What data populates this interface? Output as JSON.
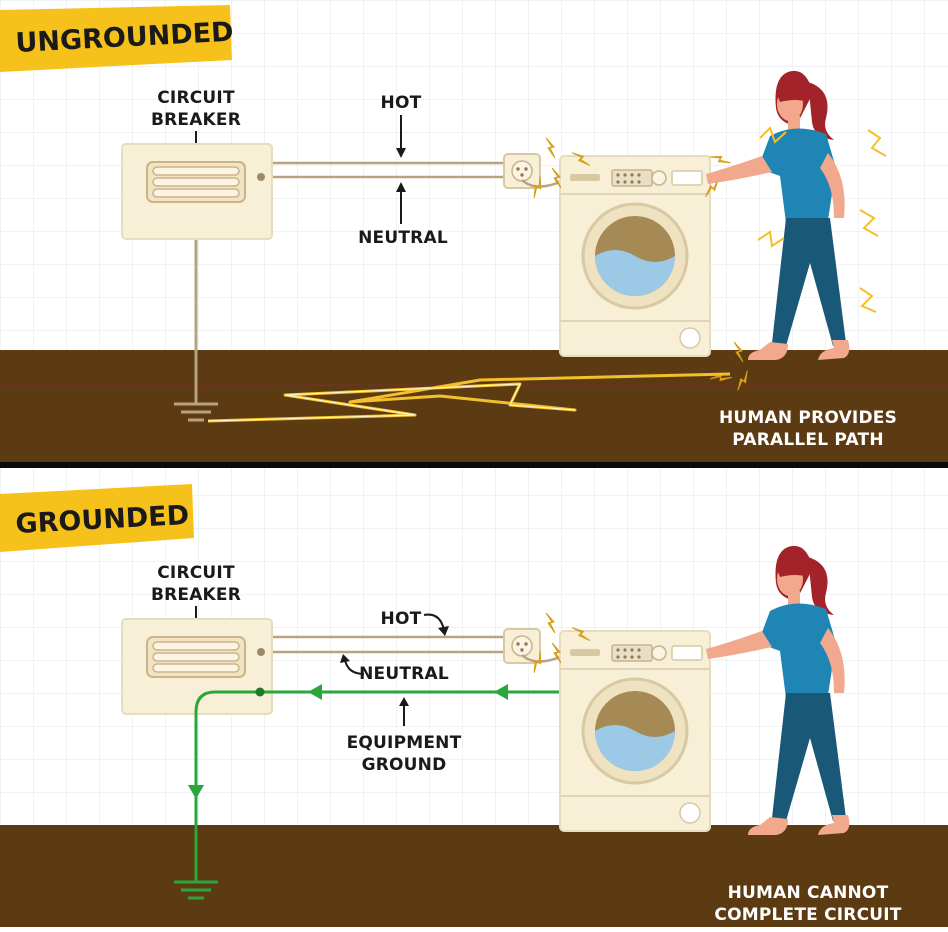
{
  "panels": {
    "ungrounded": {
      "title": "UNGROUNDED",
      "breaker_label": [
        "CIRCUIT",
        "BREAKER"
      ],
      "hot_label": "HOT",
      "neutral_label": "NEUTRAL",
      "human_caption": [
        "HUMAN PROVIDES",
        "PARALLEL PATH"
      ]
    },
    "grounded": {
      "title": "GROUNDED",
      "breaker_label": [
        "CIRCUIT",
        "BREAKER"
      ],
      "hot_label": "HOT",
      "neutral_label": "NEUTRAL",
      "ground_label": [
        "EQUIPMENT",
        "GROUND"
      ],
      "human_caption": [
        "HUMAN CANNOT",
        "COMPLETE CIRCUIT"
      ]
    }
  },
  "colors": {
    "banner": "#f7c11c",
    "floor": "#5c3b13",
    "ground_wire": "#2aa63a",
    "wire": "#b9a27f",
    "appliance": "#f7efd6",
    "shirt": "#1f85b5",
    "pants": "#1a5878",
    "hair": "#a3232a",
    "skin": "#f1a88c",
    "spark": "#f2c02a"
  }
}
